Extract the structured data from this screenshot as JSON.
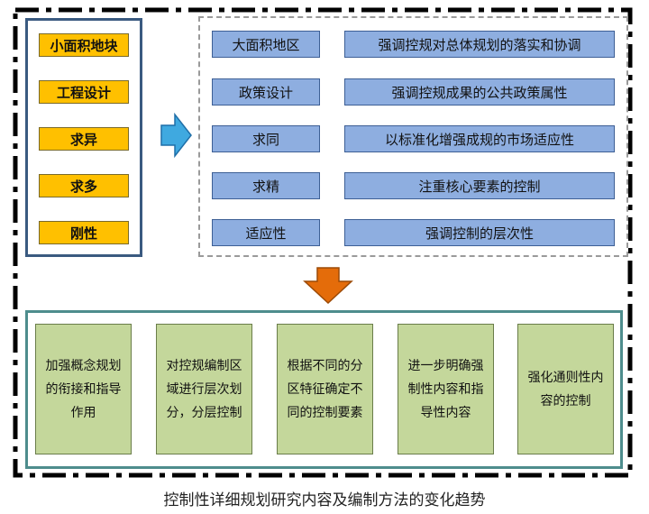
{
  "traditional_features": [
    "小面积地块",
    "工程设计",
    "求异",
    "求多",
    "刚性"
  ],
  "new_features": [
    {
      "label": "大面积地区",
      "description": "强调控规对总体规划的落实和协调"
    },
    {
      "label": "政策设计",
      "description": "强调控规成果的公共政策属性"
    },
    {
      "label": "求同",
      "description": "以标准化增强成规的市场适应性"
    },
    {
      "label": "求精",
      "description": "注重核心要素的控制"
    },
    {
      "label": "适应性",
      "description": "强调控制的层次性"
    }
  ],
  "methods": [
    "加强概念规划的衔接和指导作用",
    "对控规编制区域进行层次划分，分层控制",
    "根据不同的分区特征确定不同的控制要素",
    "进一步明确强制性内容和指导性内容",
    "强化通则性内容的控制"
  ],
  "caption": "控制性详细规划研究内容及编制方法的变化趋势",
  "colors": {
    "traditional_fill": "#ffc000",
    "new_fill": "#8eaee0",
    "method_fill": "#c4d79b",
    "arrow_blue": "#3fa9e0",
    "arrow_orange": "#e46c0a"
  }
}
